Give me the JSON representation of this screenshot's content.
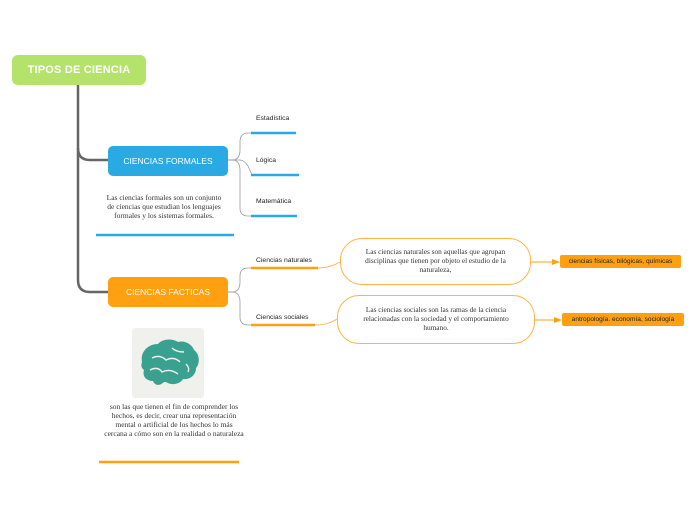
{
  "root": {
    "label": "TIPOS DE CIENCIA"
  },
  "formales": {
    "label": "CIENCIAS FORMALES",
    "description": "Las ciencias formales son un conjunto de ciencias que estudian los lenguajes formales y los sistemas formales.",
    "children": [
      "Estadística",
      "Lógica",
      "Matemática"
    ]
  },
  "facticas": {
    "label": "CIENCIAS FACTICAS",
    "description": "son las que tienen el fin de comprender los hechos, es decir, crear una representación mental o artificial de los hechos lo más cercana a cómo son en la realidad o naturaleza",
    "naturales": {
      "label": "Ciencias naturales",
      "description": "Las ciencias naturales son aquellas que agrupan disciplinas que tienen por objeto el estudio de la naturaleza,",
      "examples": "ciencias físicas, bilógicas, químicas"
    },
    "sociales": {
      "label": "Ciencias sociales",
      "description": "Las ciencias sociales son las ramas de la ciencia relacionadas con la sociedad y el comportamiento humano.",
      "examples": "antropología. economía, sociología"
    }
  },
  "icons": {
    "brain": "brain-icon"
  },
  "colors": {
    "root": "#b5e26b",
    "formales": "#29aae3",
    "facticas": "#ffa011",
    "trunk": "#666666",
    "bubble_border": "#ffb347"
  }
}
